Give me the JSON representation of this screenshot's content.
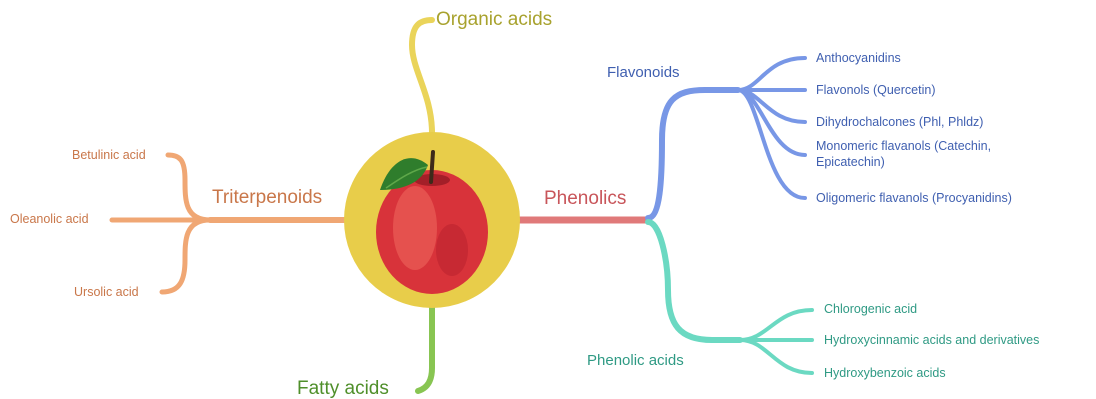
{
  "center": {
    "icon": "apple-icon",
    "circle_color": "#e8cd4a"
  },
  "branches": {
    "organic_acids": {
      "label": "Organic acids",
      "color": "#ead45a"
    },
    "fatty_acids": {
      "label": "Fatty acids",
      "color": "#88c552"
    },
    "triterpenoids": {
      "label": "Triterpenoids",
      "color": "#f0a774",
      "children": [
        "Betulinic acid",
        "Oleanolic acid",
        "Ursolic acid"
      ]
    },
    "phenolics": {
      "label": "Phenolics",
      "color": "#e07979",
      "flavonoids": {
        "label": "Flavonoids",
        "color": "#7897e6",
        "children": [
          "Anthocyanidins",
          "Flavonols (Quercetin)",
          "Dihydrochalcones (Phl, Phldz)",
          "Monomeric flavanols (Catechin,",
          "Epicatechin)",
          "Oligomeric flavanols (Procyanidins)"
        ]
      },
      "phenolic_acids": {
        "label": "Phenolic acids",
        "color": "#6bd9c2",
        "children": [
          "Chlorogenic acid",
          "Hydroxycinnamic acids and derivatives",
          "Hydroxybenzoic acids"
        ]
      }
    }
  }
}
